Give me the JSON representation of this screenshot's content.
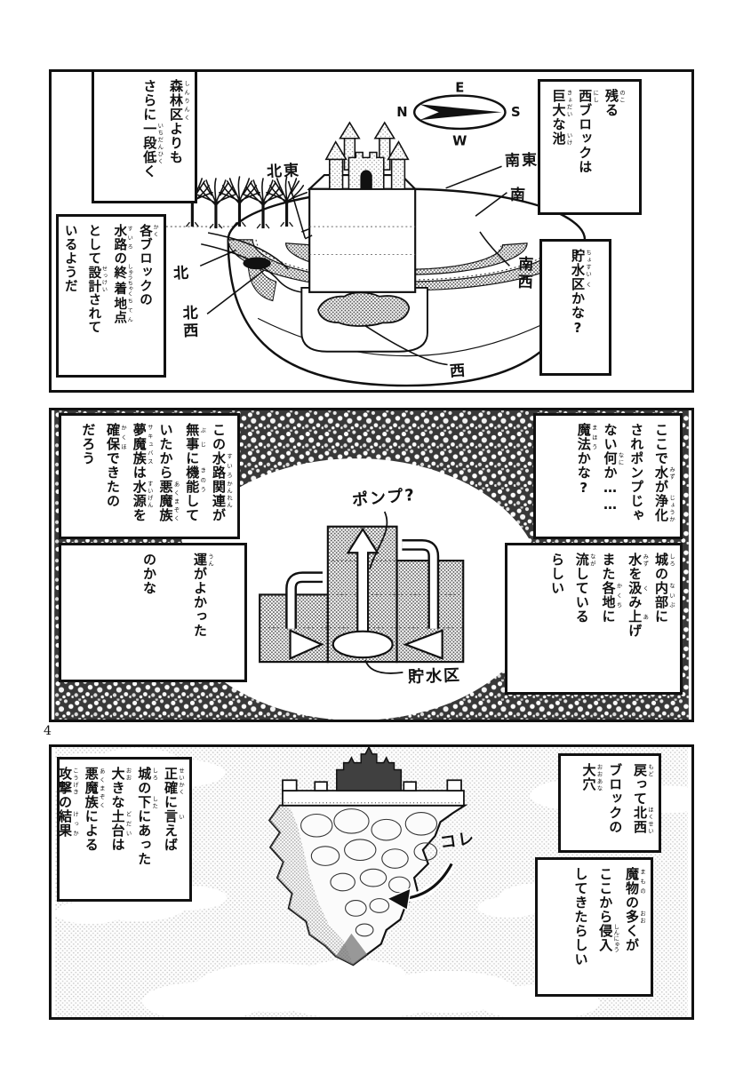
{
  "page": {
    "number": "4"
  },
  "compass": {
    "top": "E",
    "left": "N",
    "right": "S",
    "bottom": "W"
  },
  "panel1": {
    "labels": {
      "ne": "北東",
      "se": "南東",
      "s": "南",
      "sw": "南西",
      "w": "西",
      "nw": "北西",
      "n": "北"
    },
    "bubbles": {
      "forest": {
        "lines": [
          [
            {
              "t": "森林区",
              "r": "しんりんく"
            },
            {
              "t": "よりも"
            }
          ],
          [
            {
              "t": "さらに"
            },
            {
              "t": "一段",
              "r": "いちだん"
            },
            {
              "t": "低",
              "r": "ひく"
            },
            {
              "t": "く"
            }
          ]
        ]
      },
      "design": {
        "lines": [
          [
            {
              "t": "各",
              "r": "かく"
            },
            {
              "t": "ブロックの"
            }
          ],
          [
            {
              "t": "水路",
              "r": "すいろ"
            },
            {
              "t": "の"
            },
            {
              "t": "終着",
              "r": "しゅうちゃく"
            },
            {
              "t": "地点",
              "r": "ちてん"
            }
          ],
          [
            {
              "t": "として"
            },
            {
              "t": "設計",
              "r": "せっけい"
            },
            {
              "t": "されて"
            }
          ],
          [
            {
              "t": "いるようだ"
            }
          ]
        ]
      },
      "west_block": {
        "lines": [
          [
            {
              "t": "残",
              "r": "のこ"
            },
            {
              "t": "る"
            }
          ],
          [
            {
              "t": "西",
              "r": "にし"
            },
            {
              "t": "ブロックは"
            }
          ],
          [
            {
              "t": "巨大",
              "r": "きょだい"
            },
            {
              "t": "な"
            },
            {
              "t": "池",
              "r": "いけ"
            }
          ]
        ]
      },
      "reservoir": {
        "lines": [
          [
            {
              "t": "貯水",
              "r": "ちょすい"
            },
            {
              "t": "区",
              "r": "く"
            },
            {
              "t": "かな?"
            }
          ]
        ]
      }
    }
  },
  "panel2": {
    "labels": {
      "pump": "ポンプ?",
      "reservoir": "貯水区"
    },
    "bubbles": {
      "waterway": {
        "lines": [
          [
            {
              "t": "この"
            },
            {
              "t": "水路",
              "r": "すいろ"
            },
            {
              "t": "関連",
              "r": "かんれん"
            },
            {
              "t": "が"
            }
          ],
          [
            {
              "t": "無事",
              "r": "ぶじ"
            },
            {
              "t": "に"
            },
            {
              "t": "機能",
              "r": "きのう"
            },
            {
              "t": "して"
            }
          ],
          [
            {
              "t": "いたから"
            },
            {
              "t": "悪魔族",
              "r": "あくまぞく"
            }
          ],
          [
            {
              "t": "夢魔族",
              "r": "サキュバス"
            },
            {
              "t": "は"
            },
            {
              "t": "水源",
              "r": "すいげん"
            },
            {
              "t": "を"
            }
          ],
          [
            {
              "t": "確保",
              "r": "かくほ"
            },
            {
              "t": "できたの"
            }
          ],
          [
            {
              "t": "だろう"
            }
          ]
        ]
      },
      "luck": {
        "lines": [
          [
            {
              "t": "運",
              "r": "うん"
            },
            {
              "t": "がよかった"
            }
          ],
          [
            {
              "t": "のかな"
            }
          ]
        ]
      },
      "purify": {
        "lines": [
          [
            {
              "t": "ここで"
            },
            {
              "t": "水",
              "r": "みず"
            },
            {
              "t": "が"
            },
            {
              "t": "浄化",
              "r": "じょうか"
            }
          ],
          [
            {
              "t": "されポンプじゃ"
            }
          ],
          [
            {
              "t": "ない"
            },
            {
              "t": "何",
              "r": "なに"
            },
            {
              "t": "か……"
            }
          ],
          [
            {
              "t": "魔法",
              "r": "まほう"
            },
            {
              "t": "かな?"
            }
          ]
        ]
      },
      "castle_pump": {
        "lines": [
          [
            {
              "t": "城",
              "r": "しろ"
            },
            {
              "t": "の"
            },
            {
              "t": "内部",
              "r": "ないぶ"
            },
            {
              "t": "に"
            }
          ],
          [
            {
              "t": "水",
              "r": "みず"
            },
            {
              "t": "を"
            },
            {
              "t": "汲",
              "r": "く"
            },
            {
              "t": "み"
            },
            {
              "t": "上",
              "r": "あ"
            },
            {
              "t": "げ"
            }
          ],
          [
            {
              "t": "また"
            },
            {
              "t": "各地",
              "r": "かくち"
            },
            {
              "t": "に"
            }
          ],
          [
            {
              "t": "流",
              "r": "なが"
            },
            {
              "t": "している"
            }
          ],
          [
            {
              "t": "らしい"
            }
          ]
        ]
      }
    }
  },
  "panel3": {
    "labels": {
      "kore": "コレ"
    },
    "bubbles": {
      "return_nw": {
        "lines": [
          [
            {
              "t": "戻",
              "r": "もど"
            },
            {
              "t": "って"
            },
            {
              "t": "北西",
              "r": "ほくせい"
            }
          ],
          [
            {
              "t": "ブロックの"
            }
          ],
          [
            {
              "t": "大穴",
              "r": "おおあな"
            }
          ]
        ]
      },
      "monsters": {
        "lines": [
          [
            {
              "t": "魔物",
              "r": "まもの"
            },
            {
              "t": "の"
            },
            {
              "t": "多",
              "r": "おお"
            },
            {
              "t": "くが"
            }
          ],
          [
            {
              "t": "ここから"
            },
            {
              "t": "侵入",
              "r": "しんにゅう"
            }
          ],
          [
            {
              "t": "してきたらしい"
            }
          ]
        ]
      },
      "precisely": {
        "lines": [
          [
            {
              "t": "正確",
              "r": "せいかく"
            },
            {
              "t": "に"
            },
            {
              "t": "言",
              "r": "い"
            },
            {
              "t": "えば"
            }
          ],
          [
            {
              "t": "城",
              "r": "しろ"
            },
            {
              "t": "の"
            },
            {
              "t": "下",
              "r": "した"
            },
            {
              "t": "にあった"
            }
          ],
          [
            {
              "t": "大",
              "r": "おお"
            },
            {
              "t": "きな"
            },
            {
              "t": "土台",
              "r": "どだい"
            },
            {
              "t": "は"
            }
          ],
          [
            {
              "t": "悪魔族",
              "r": "あくまぞく"
            },
            {
              "t": "による"
            }
          ],
          [
            {
              "t": "攻撃",
              "r": "こうげき"
            },
            {
              "t": "の"
            },
            {
              "t": "結果",
              "r": "けっか"
            }
          ]
        ]
      }
    }
  }
}
